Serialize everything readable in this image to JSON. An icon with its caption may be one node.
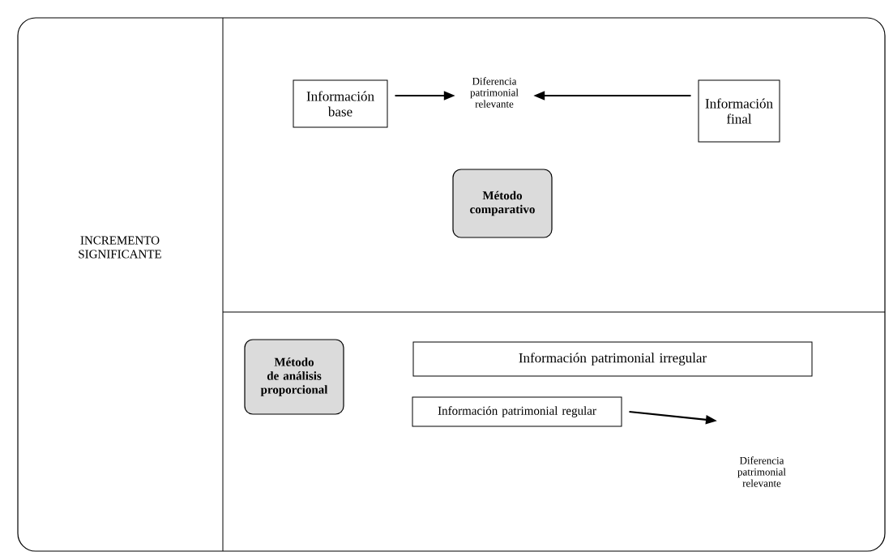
{
  "diagram": {
    "nodes": [
      {
        "text": [
          "INCREMENTO SIGNIFICANTE"
        ]
      },
      {
        "text": [
          "Información base"
        ]
      },
      {
        "text": [
          "Diferencia patrimonial relevante"
        ]
      },
      {
        "text": [
          "Información final"
        ]
      },
      {
        "text": [
          "Método comparativo"
        ]
      },
      {
        "text": [
          "Método de análisis proporcional"
        ]
      },
      {
        "text": [
          "Información patrimonial irregular"
        ]
      },
      {
        "text": [
          "Información patrimonial regular"
        ]
      },
      {
        "text": [
          "Diferencia patrimonial relevante"
        ]
      }
    ],
    "edges": [
      {
        "from": 1,
        "to": 2,
        "arrow": "to"
      },
      {
        "from": 3,
        "to": 2,
        "arrow": "to"
      },
      {
        "from": 7,
        "to": 8,
        "arrow": "to"
      }
    ]
  }
}
